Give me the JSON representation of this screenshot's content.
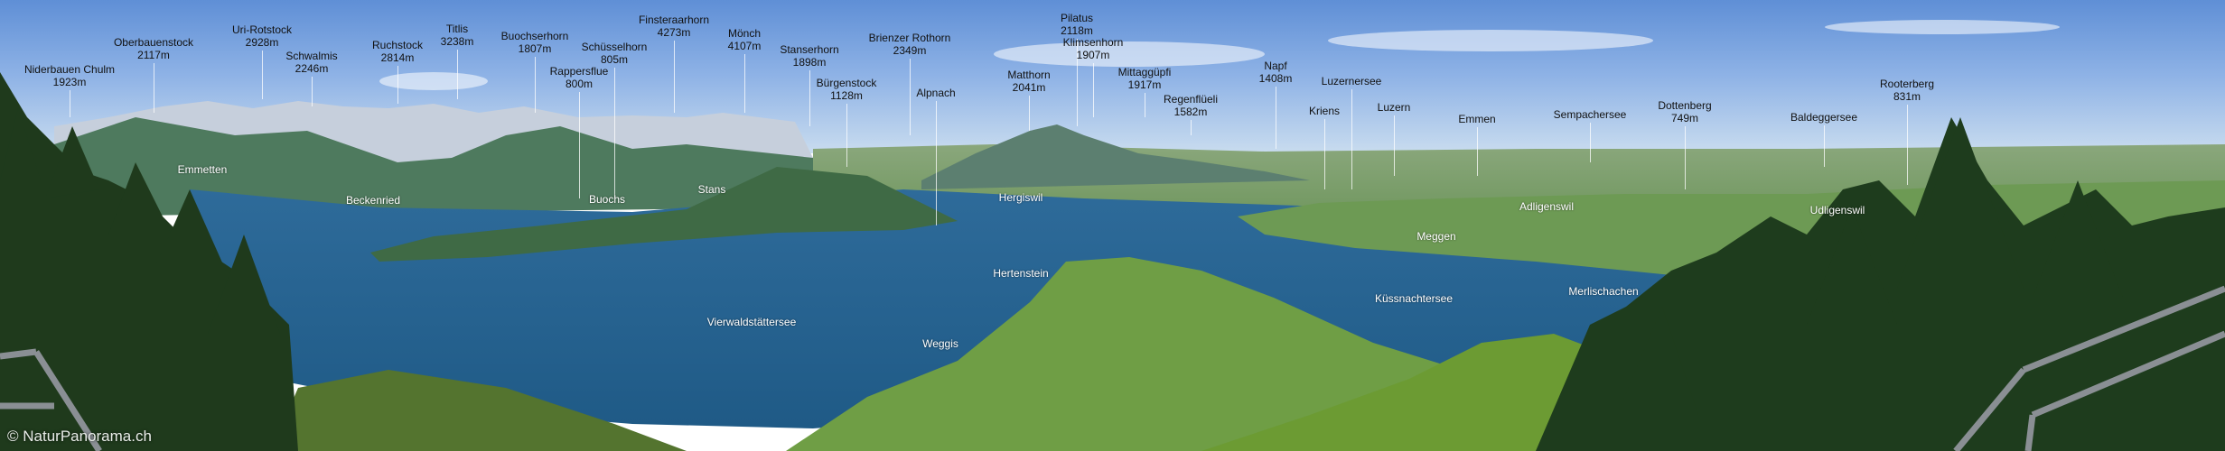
{
  "peaks": [
    {
      "name": "Niderbauen Chulm",
      "alt": "1923m"
    },
    {
      "name": "Oberbauenstock",
      "alt": "2117m"
    },
    {
      "name": "Uri-Rotstock",
      "alt": "2928m"
    },
    {
      "name": "Schwalmis",
      "alt": "2246m"
    },
    {
      "name": "Ruchstock",
      "alt": "2814m"
    },
    {
      "name": "Titlis",
      "alt": "3238m"
    },
    {
      "name": "Buochserhorn",
      "alt": "1807m"
    },
    {
      "name": "Rappersflue",
      "alt": "800m"
    },
    {
      "name": "Schüsselhorn",
      "alt": "805m"
    },
    {
      "name": "Finsteraarhorn",
      "alt": "4273m"
    },
    {
      "name": "Mönch",
      "alt": "4107m"
    },
    {
      "name": "Stanserhorn",
      "alt": "1898m"
    },
    {
      "name": "Bürgenstock",
      "alt": "1128m"
    },
    {
      "name": "Brienzer Rothorn",
      "alt": "2349m"
    },
    {
      "name": "Alpnach",
      "alt": ""
    },
    {
      "name": "Matthorn",
      "alt": "2041m"
    },
    {
      "name": "Pilatus",
      "alt": "2118m"
    },
    {
      "name": "Klimsenhorn",
      "alt": "1907m"
    },
    {
      "name": "Mittaggüpfi",
      "alt": "1917m"
    },
    {
      "name": "Regenflüeli",
      "alt": "1582m"
    },
    {
      "name": "Napf",
      "alt": "1408m"
    },
    {
      "name": "Kriens",
      "alt": ""
    },
    {
      "name": "Luzernersee",
      "alt": ""
    },
    {
      "name": "Luzern",
      "alt": ""
    },
    {
      "name": "Emmen",
      "alt": ""
    },
    {
      "name": "Sempachersee",
      "alt": ""
    },
    {
      "name": "Dottenberg",
      "alt": "749m"
    },
    {
      "name": "Baldeggersee",
      "alt": ""
    },
    {
      "name": "Rooterberg",
      "alt": "831m"
    }
  ],
  "places": [
    "Emmetten",
    "Beckenried",
    "Buochs",
    "Stans",
    "Hergiswil",
    "Meggen",
    "Adligenswil",
    "Udligenswil",
    "Hertenstein",
    "Küssnachtersee",
    "Merlischachen",
    "Vierwaldstättersee",
    "Weggis"
  ],
  "credit": "© NaturPanorama.ch"
}
